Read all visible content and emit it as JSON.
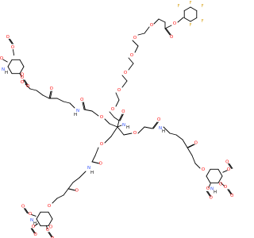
{
  "atom_labels": {
    "oxygen": "O",
    "nitrogen": "N",
    "hydrogen": "H",
    "fluorine": "F"
  },
  "colors": {
    "background": "#ffffff",
    "bond": "#000000",
    "oxygen": "#ff0d0d",
    "nitrogen": "#3050f8",
    "fluorine": "#daa520"
  }
}
